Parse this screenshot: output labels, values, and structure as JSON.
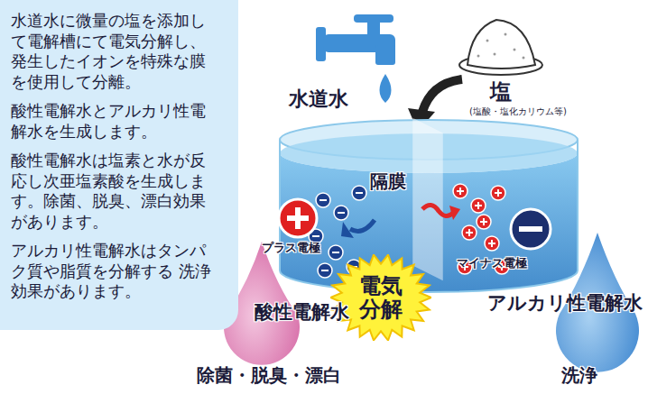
{
  "diagram": {
    "nodes": [
      {
        "text": [
          "水道水に微量の塩を添加し て電解槽にて電気分解し、 発生したイオンを特殊な膜 を使用して分離。",
          "酸性電解水とアルカリ性電 解水を生成します。",
          "酸性電解水は塩素と水が反 応し次亜塩素酸を生成しま す。除菌、脱臭、漂白効果 があります。",
          "アルカリ性電解水はタンパ ク質や脂質を分解する 洗浄効果があります。"
        ]
      },
      {
        "text": [
          "電気 分解"
        ]
      }
    ],
    "labels": [
      "水道水",
      "塩",
      "(塩酸・塩化カリウム等)",
      "隔膜",
      "プラス電極",
      "マイナス電極",
      "酸性電解水",
      "アルカリ性電解水",
      "除菌・脱臭・漂白",
      "洗浄"
    ]
  }
}
